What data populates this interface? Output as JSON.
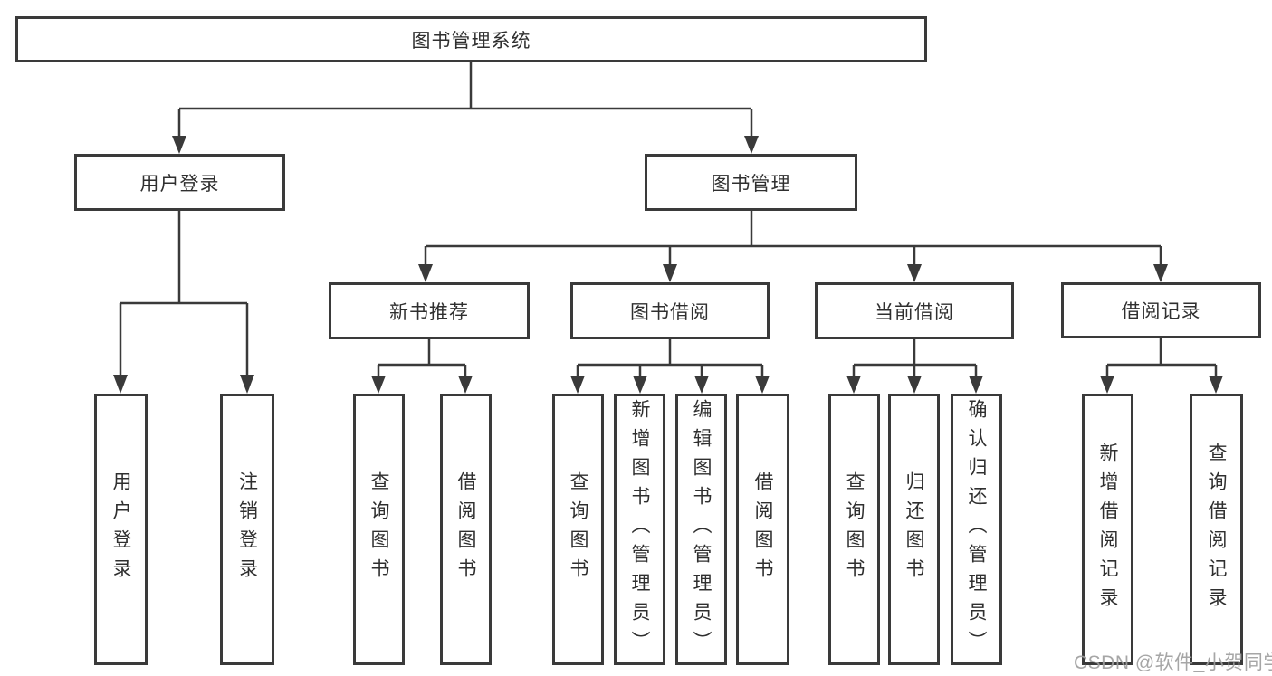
{
  "diagram": {
    "root": {
      "label": "图书管理系统",
      "children": [
        {
          "label": "用户登录",
          "children": [
            {
              "label": "用户登录"
            },
            {
              "label": "注销登录"
            }
          ]
        },
        {
          "label": "图书管理",
          "children": [
            {
              "label": "新书推荐",
              "children": [
                {
                  "label": "查询图书"
                },
                {
                  "label": "借阅图书"
                }
              ]
            },
            {
              "label": "图书借阅",
              "children": [
                {
                  "label": "查询图书"
                },
                {
                  "label": "新增图书（管理员）"
                },
                {
                  "label": "编辑图书（管理员）"
                },
                {
                  "label": "借阅图书"
                }
              ]
            },
            {
              "label": "当前借阅",
              "children": [
                {
                  "label": "查询图书"
                },
                {
                  "label": "归还图书"
                },
                {
                  "label": "确认归还（管理员）"
                }
              ]
            },
            {
              "label": "借阅记录",
              "children": [
                {
                  "label": "新增借阅记录"
                },
                {
                  "label": "查询借阅记录"
                }
              ]
            }
          ]
        }
      ]
    },
    "colors": {
      "line": "#3a3a3a",
      "border": "#3a3a3a",
      "text": "#2f2f2f",
      "watermark": "#9e9e9e"
    }
  },
  "watermark": {
    "text": "CSDN @软件_小贺同学"
  }
}
